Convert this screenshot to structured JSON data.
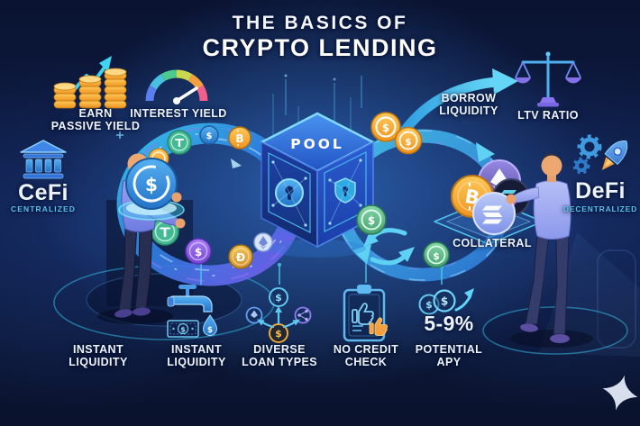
{
  "title": {
    "line1": "THE BASICS OF",
    "line2": "CRYPTO LENDING"
  },
  "sections": {
    "earn_passive_yield": {
      "line1": "EARN",
      "line2": "PASSIVE YIELD"
    },
    "interest_yield": {
      "label": "INTEREST YIELD"
    },
    "cefi": {
      "title": "CeFi",
      "subtitle": "CENTRALIZED"
    },
    "defi": {
      "title": "DeFi",
      "subtitle": "DECENTRALIZED"
    },
    "borrow_liquidity": {
      "line1": "BORROW",
      "line2": "LIQUIDITY"
    },
    "ltv_ratio": {
      "label": "LTV RATIO"
    },
    "collateral": {
      "label": "COLLATERAL"
    },
    "pool": {
      "label": "POOL"
    }
  },
  "bottom_row": [
    {
      "line1": "INSTANT",
      "line2": "LIQUIDITY"
    },
    {
      "line1": "INSTANT",
      "line2": "LIQUIDITY"
    },
    {
      "line1": "DIVERSE",
      "line2": "LOAN TYPES"
    },
    {
      "line1": "NO CREDIT",
      "line2": "CHECK"
    },
    {
      "line1": "POTENTIAL",
      "line2": "APY",
      "value": "5-9%"
    }
  ],
  "coins": {
    "usdc": "$",
    "usdt": "T",
    "btc": "B",
    "doge": "Đ",
    "dollar": "$"
  },
  "colors": {
    "accent_cyan": "#4fd0f2",
    "gold": "#f5a93c",
    "green": "#5cbf8a",
    "purple": "#8a5ff0",
    "background_navy": "#0c1531"
  }
}
